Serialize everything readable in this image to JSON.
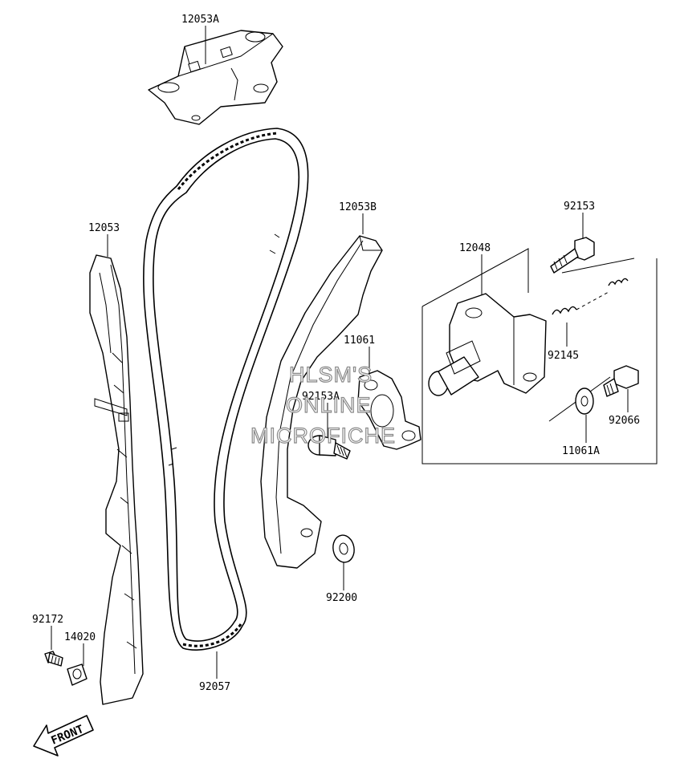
{
  "diagram": {
    "parts": [
      {
        "id": "12053A"
      },
      {
        "id": "12053B"
      },
      {
        "id": "12053"
      },
      {
        "id": "12048"
      },
      {
        "id": "92153"
      },
      {
        "id": "11061"
      },
      {
        "id": "92153A"
      },
      {
        "id": "92145"
      },
      {
        "id": "92066"
      },
      {
        "id": "11061A"
      },
      {
        "id": "92200"
      },
      {
        "id": "92172"
      },
      {
        "id": "14020"
      },
      {
        "id": "92057"
      }
    ],
    "watermark": {
      "line1": "HLSM'S",
      "line2": "ONLINE",
      "line3": "MICROFICHE"
    },
    "front_label": "FRONT"
  }
}
